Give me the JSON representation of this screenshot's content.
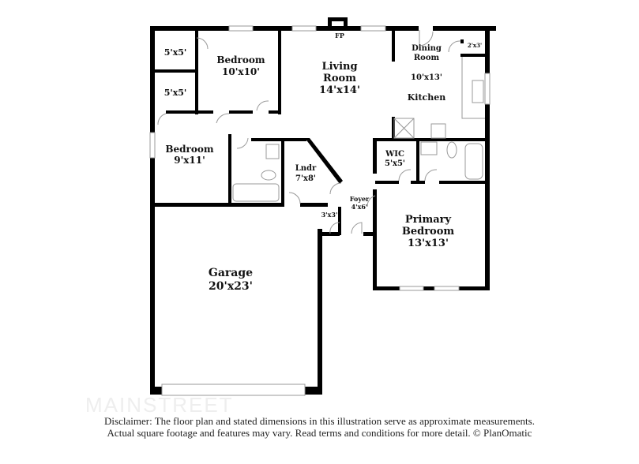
{
  "rooms": {
    "closet1": {
      "dim": "5'x5'"
    },
    "closet2": {
      "dim": "5'x5'"
    },
    "bedroom1": {
      "name": "Bedroom",
      "dim": "10'x10'"
    },
    "living": {
      "name1": "Living",
      "name2": "Room",
      "dim": "14'x14'"
    },
    "fireplace": {
      "name": "FP"
    },
    "dining": {
      "name1": "Dining",
      "name2": "Room",
      "dim": "10'x13'"
    },
    "pantry": {
      "dim": "2'x3'"
    },
    "kitchen": {
      "name": "Kitchen"
    },
    "bedroom2": {
      "name": "Bedroom",
      "dim": "9'x11'"
    },
    "laundry": {
      "name": "Lndr",
      "dim": "7'x8'"
    },
    "wic": {
      "name": "WIC",
      "dim": "5'x5'"
    },
    "foyer": {
      "name": "Foyer",
      "dim": "4'x6'"
    },
    "closet3": {
      "dim": "3'x3'"
    },
    "primary": {
      "name1": "Primary",
      "name2": "Bedroom",
      "dim": "13'x13'"
    },
    "garage": {
      "name": "Garage",
      "dim": "20'x23'"
    }
  },
  "watermark": "MAINSTREET",
  "disclaimer": {
    "line1": "Disclaimer: The floor plan and stated dimensions in this illustration serve as approximate measurements.",
    "line2": "Actual square footage and features may vary. Read terms and conditions for more detail. © PlanOmatic"
  },
  "colors": {
    "wall": "#000000",
    "fixture": "#999999"
  }
}
